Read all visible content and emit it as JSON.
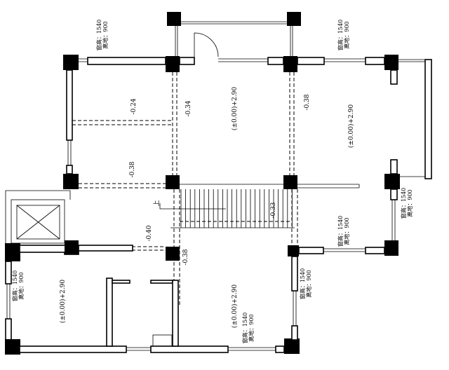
{
  "labels": {
    "window_height": "窗高：1540",
    "sill_height": "离地：900",
    "floor_level": "(±0.00)+2.90",
    "level_m024": "-0.24",
    "level_m034": "-0.34",
    "level_m038": "-0.38",
    "level_m040": "-0.40",
    "level_m033": "-0.33",
    "stair_up": "上"
  }
}
